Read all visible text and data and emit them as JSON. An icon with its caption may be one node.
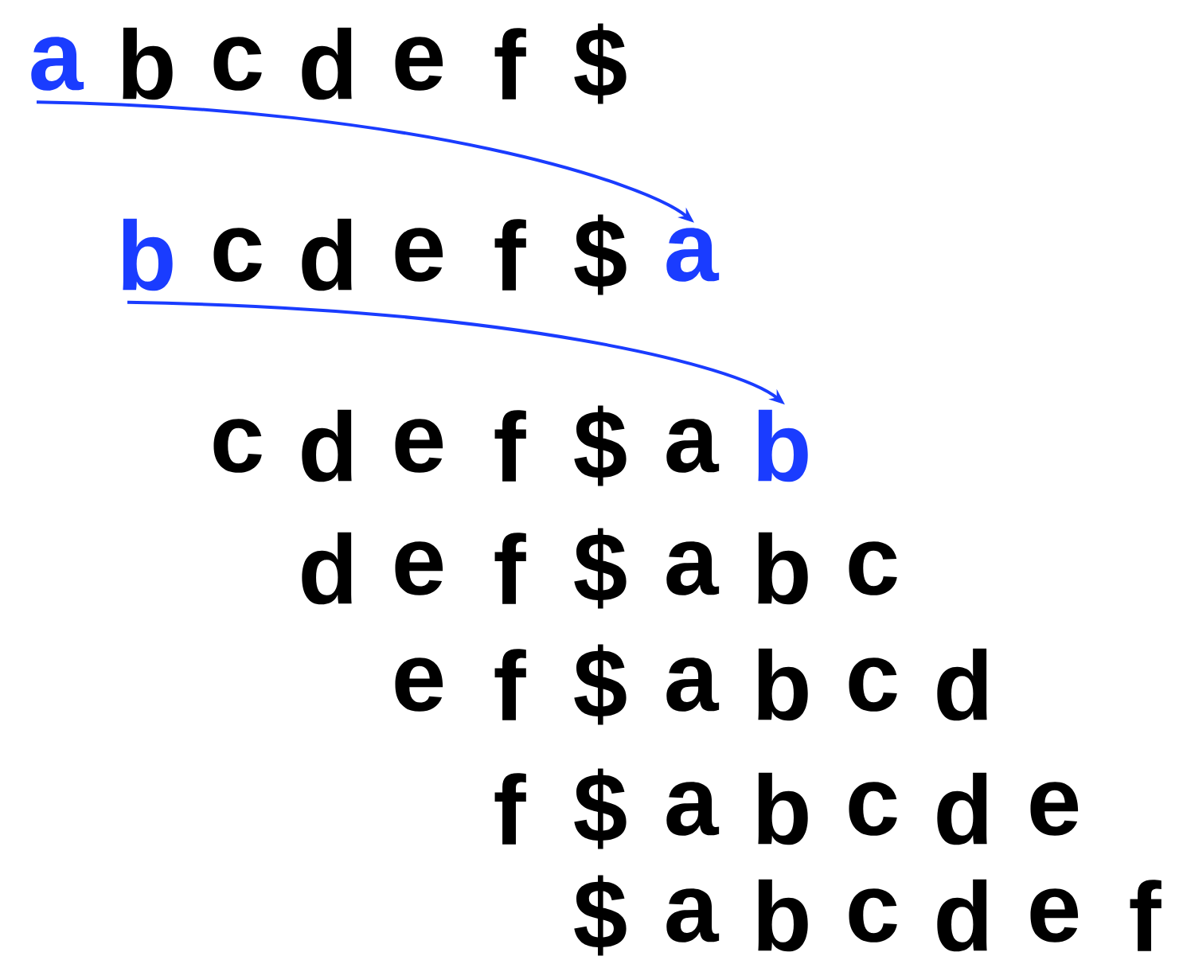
{
  "diagram": {
    "nodes": [
      {
        "text": [
          "a"
        ]
      },
      {
        "text": [
          "b"
        ]
      },
      {
        "text": [
          "a"
        ]
      },
      {
        "text": [
          "b"
        ]
      }
    ],
    "edges": [
      {
        "from": 0,
        "to": 2,
        "arrow": "to",
        "color": "#1a3cff"
      },
      {
        "from": 1,
        "to": 3,
        "arrow": "to",
        "color": "#1a3cff"
      }
    ],
    "labels": [
      "b",
      "c",
      "d",
      "e",
      "f",
      "$",
      "c",
      "d",
      "e",
      "f",
      "$",
      "c",
      "d",
      "e",
      "f",
      "$",
      "a",
      "d",
      "e",
      "f",
      "$",
      "a",
      "b",
      "c",
      "e",
      "f",
      "$",
      "a",
      "b",
      "c",
      "d",
      "f",
      "$",
      "a",
      "b",
      "c",
      "d",
      "e",
      "$",
      "a",
      "b",
      "c",
      "d",
      "e",
      "f"
    ]
  }
}
